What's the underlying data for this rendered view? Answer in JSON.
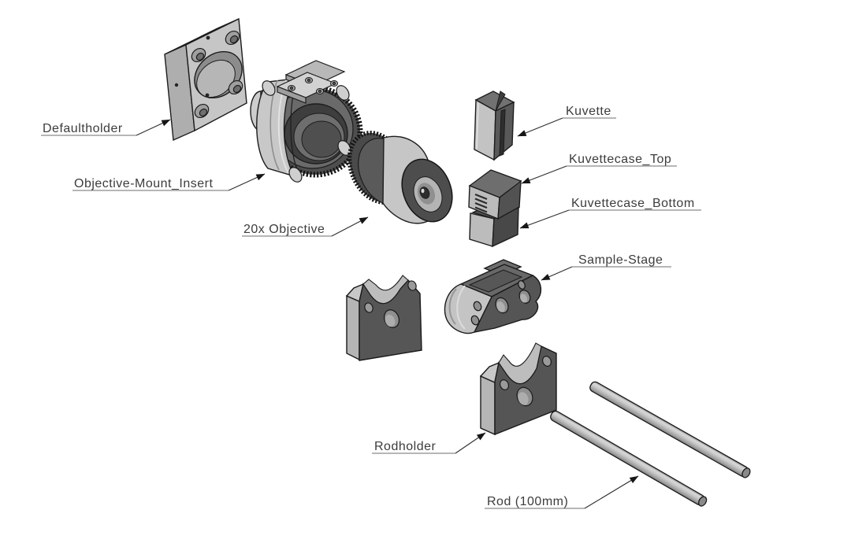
{
  "diagram": {
    "type": "exploded-assembly-drawing",
    "labels": {
      "defaultholder": "Defaultholder",
      "objective_mount_insert": "Objective-Mount_Insert",
      "objective_20x": "20x Objective",
      "kuvette": "Kuvette",
      "kuvettecase_top": "Kuvettecase_Top",
      "kuvettecase_bottom": "Kuvettecase_Bottom",
      "sample_stage": "Sample-Stage",
      "rodholder": "Rodholder",
      "rod_100mm": "Rod (100mm)"
    },
    "colors": {
      "background": "#ffffff",
      "outline": "#1d1d1d",
      "light_face": "#c5c5c5",
      "mid_face": "#a9a9a9",
      "dark_face": "#575757",
      "cavity": "#3e3e3e",
      "label_text": "#3c3c3c",
      "leader_line": "#2d2d2d"
    }
  }
}
